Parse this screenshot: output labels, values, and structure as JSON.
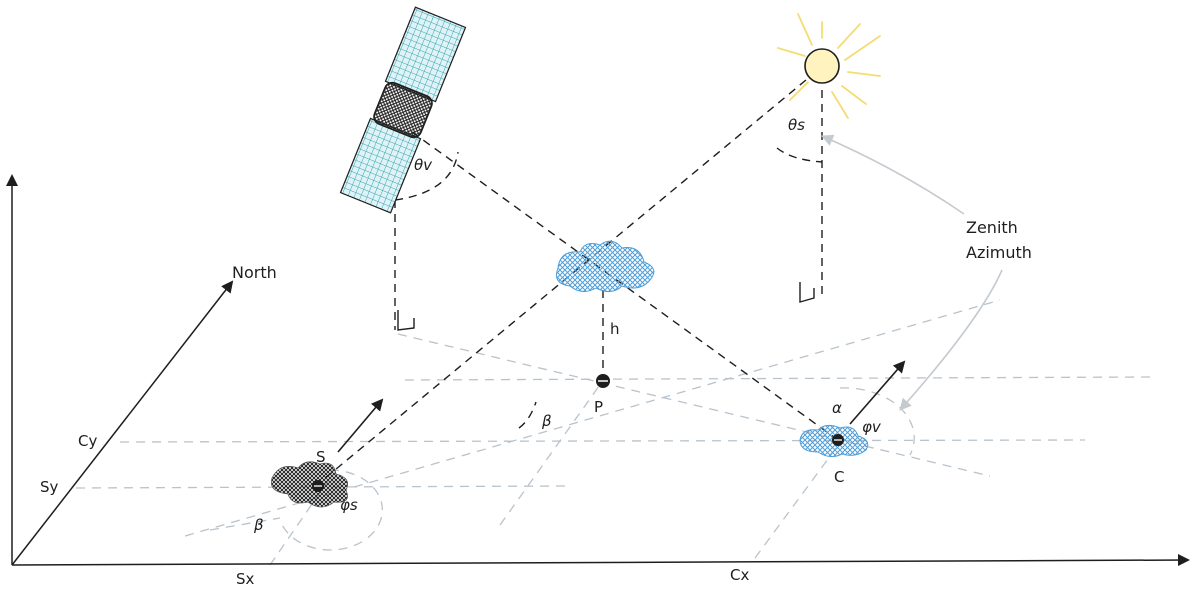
{
  "labels": {
    "north": "North",
    "zenith": "Zenith",
    "azimuth": "Azimuth",
    "theta_v": "θv",
    "theta_s": "θs",
    "height": "h",
    "point_p": "P",
    "point_s": "S",
    "point_c": "C",
    "beta_mid": "β",
    "beta_low": "β",
    "alpha": "α",
    "phi_v": "φv",
    "phi_s": "φs",
    "cy": "Cy",
    "sy": "Sy",
    "sx": "Sx",
    "cx": "Cx"
  },
  "colors": {
    "ink": "#1e1e1e",
    "dashed_grey": "#b8c3cc",
    "cloud_blue": "#4f9ed8",
    "satellite_teal": "#34a3b4",
    "sun_fill": "#fff3bf",
    "sun_rays": "#f5dc72",
    "arrow_grey": "#c5cacf"
  },
  "icons": {
    "satellite": "satellite-icon",
    "sun": "sun-icon",
    "cloud": "cloud-icon",
    "ground_point": "ground-point-icon"
  }
}
